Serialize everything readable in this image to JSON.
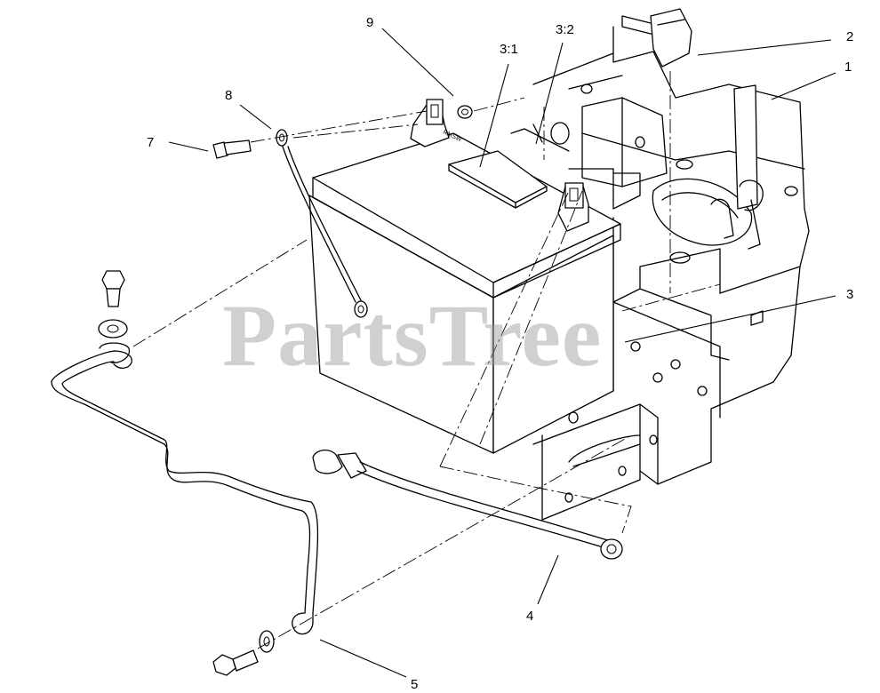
{
  "watermark": "PartsTree",
  "callouts": [
    {
      "id": "c1",
      "label": "1"
    },
    {
      "id": "c2",
      "label": "2"
    },
    {
      "id": "c3",
      "label": "3"
    },
    {
      "id": "c31",
      "label": "3:1"
    },
    {
      "id": "c32",
      "label": "3:2"
    },
    {
      "id": "c4",
      "label": "4"
    },
    {
      "id": "c5",
      "label": "5"
    },
    {
      "id": "c7",
      "label": "7"
    },
    {
      "id": "c8",
      "label": "8"
    },
    {
      "id": "c9",
      "label": "9"
    }
  ]
}
